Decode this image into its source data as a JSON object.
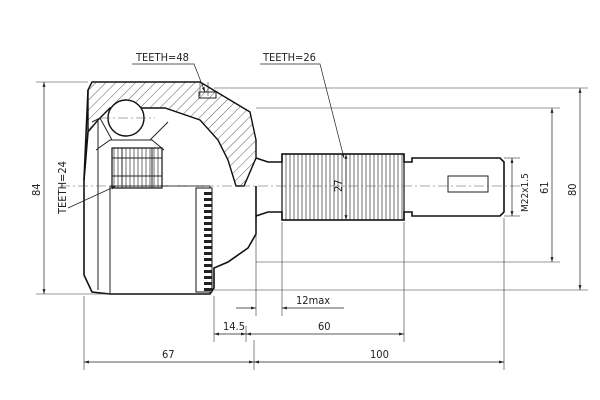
{
  "labels": {
    "outer_teeth": "TEETH=48",
    "inner_teeth": "TEETH=24",
    "shaft_teeth": "TEETH=26",
    "spline_dia": "27",
    "thread": "M22x1.5",
    "dia_61": "61",
    "dia_80": "80",
    "dia_84": "84",
    "len_67": "67",
    "len_100": "100",
    "len_14_5": "14.5",
    "len_60": "60",
    "len_12max": "12max"
  }
}
